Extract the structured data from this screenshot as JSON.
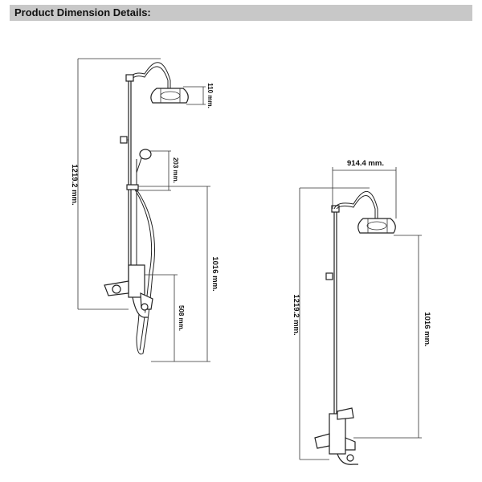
{
  "header": {
    "title": "Product Dimension Details:"
  },
  "left_diagram": {
    "total_height": "1219.2 mm.",
    "head_height": "110 mm.",
    "hand_shower": "203 mm.",
    "head_to_base": "1016 mm.",
    "valve_height": "508 mm."
  },
  "right_diagram": {
    "arm_reach": "914.4 mm.",
    "total_height": "1219.2 mm.",
    "head_to_base": "1016 mm."
  }
}
